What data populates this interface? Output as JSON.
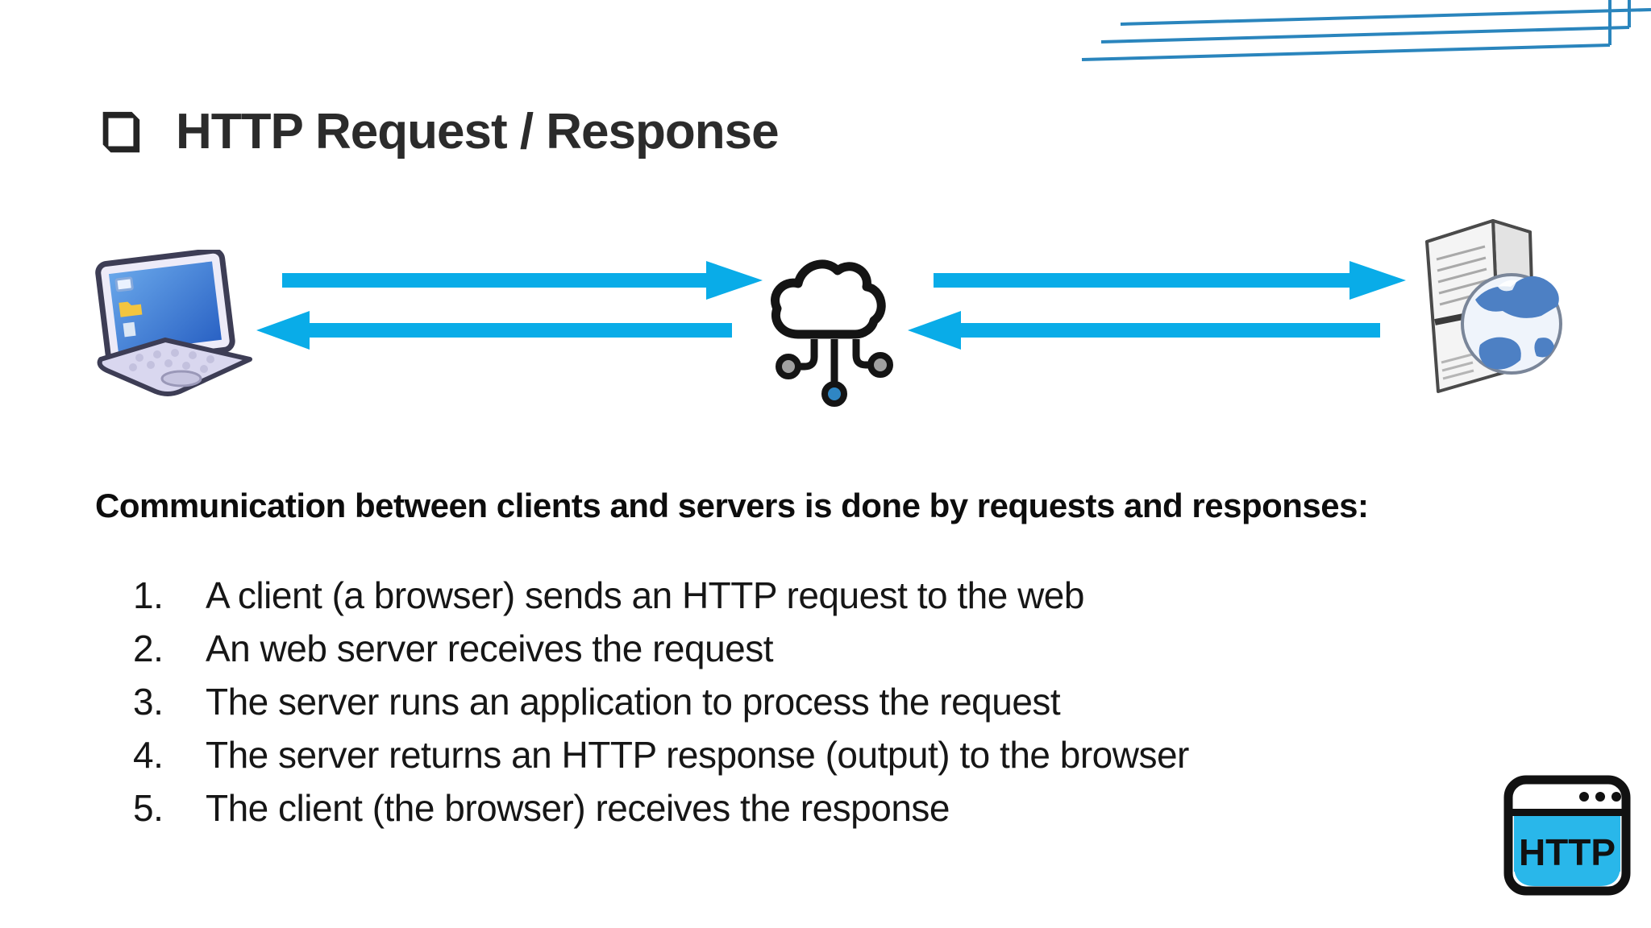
{
  "slide": {
    "title": "HTTP Request / Response",
    "lead": "Communication between clients and servers is done by requests and responses:",
    "steps": [
      {
        "number": "1.",
        "text": "A client (a browser) sends an HTTP request to the web"
      },
      {
        "number": "2.",
        "text": "An web server receives the request"
      },
      {
        "number": "3.",
        "text": "The server runs an application to process the request"
      },
      {
        "number": "4.",
        "text": "The server returns an HTTP response (output) to the browser"
      },
      {
        "number": "5.",
        "text": "The client (the browser) receives the response"
      }
    ],
    "badge_label": "HTTP",
    "colors": {
      "arrow": "#09ACE8",
      "decor": "#2A85BD",
      "badge": "#29B7EA",
      "title_text": "#2B2B2B",
      "body_text": "#141414",
      "cloud_node_blue": "#2F86C4",
      "cloud_node_gray": "#A0A0A0"
    }
  }
}
